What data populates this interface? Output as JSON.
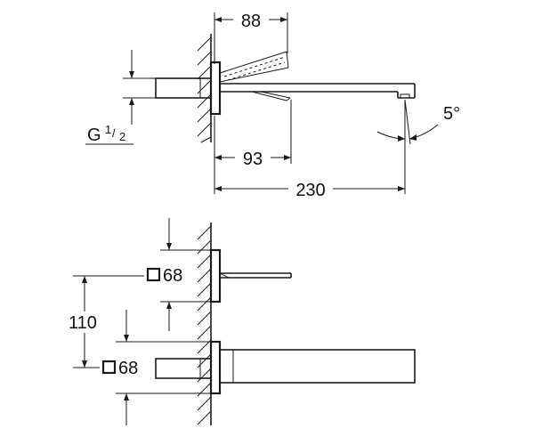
{
  "drawing": {
    "top_view": {
      "dim_spout_depth": "88",
      "dim_outlet_depth": "93",
      "dim_total_length": "230",
      "dim_angle": "5°",
      "thread_label_main": "G",
      "thread_label_num": "1",
      "thread_label_den": "2"
    },
    "front_view": {
      "dim_upper_plate": "68",
      "dim_lower_plate": "68",
      "dim_spacing": "110"
    }
  }
}
